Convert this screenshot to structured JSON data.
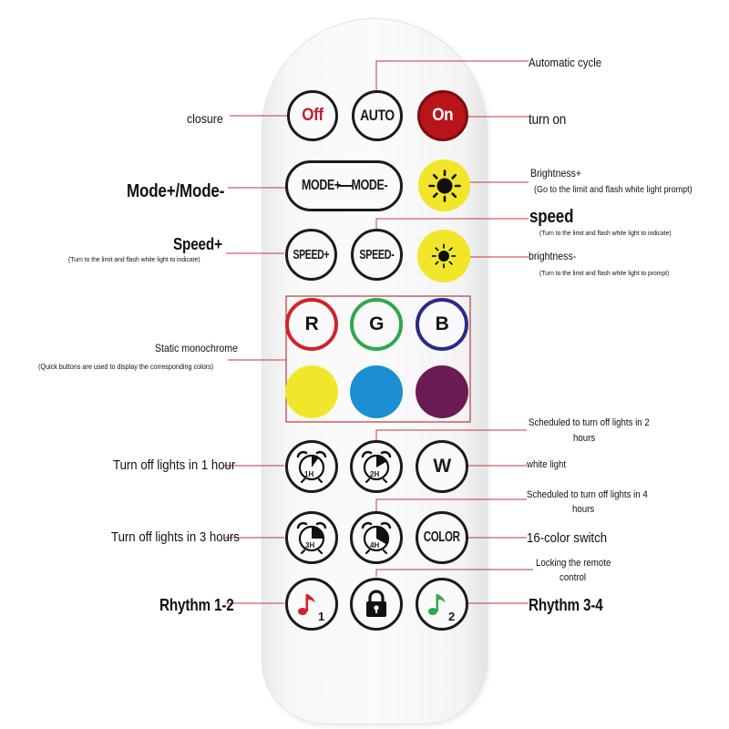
{
  "remote": {
    "buttons": {
      "off": "Off",
      "auto": "AUTO",
      "on": "On",
      "mode_plus": "MODE+",
      "mode_minus": "MODE-",
      "speed_plus": "SPEED+",
      "speed_minus": "SPEED-",
      "r": "R",
      "g": "G",
      "b": "B",
      "timer_1h": "1H",
      "timer_2h": "2H",
      "timer_3h": "3H",
      "timer_4h": "4H",
      "w": "W",
      "color": "COLOR",
      "rhythm_1_sub": "1",
      "rhythm_2_sub": "2"
    },
    "colors": {
      "on_red": "#b8141a",
      "yellow": "#f1e62a",
      "blue": "#1b8fd2",
      "purple": "#6a1c52",
      "frame": "#b83a3a",
      "red": "#d1232a",
      "green": "#2fa84f"
    }
  },
  "labels": {
    "closure": "closure",
    "automatic_cycle": "Automatic cycle",
    "turn_on": "turn on",
    "mode": "Mode+/Mode-",
    "brightness_plus": "Brightness+",
    "brightness_plus_note": "(Go to the limit and flash white light prompt)",
    "speed": "speed",
    "speed_note": "(Turn to the limit and flash white light to indicate)",
    "speed_plus": "Speed+",
    "speed_plus_note": "(Turn to the limit and flash white light to indicate)",
    "brightness_minus": "brightness-",
    "brightness_minus_note": "(Turn to the limit and flash white light to prompt)",
    "static_mono": "Static monochrome",
    "static_mono_note": "(Quick buttons are used to display the corresponding colors)",
    "sched_2h_line1": "Scheduled to turn off lights in 2",
    "sched_2h_line2": "hours",
    "turn_off_1h": "Turn off lights in 1 hour",
    "white_light": "white light",
    "sched_4h_line1": "Scheduled to turn off lights in 4",
    "sched_4h_line2": "hours",
    "turn_off_3h": "Turn off lights in 3 hours",
    "color_switch": "16-color switch",
    "lock_line1": "Locking the remote",
    "lock_line2": "control",
    "rhythm_12": "Rhythm 1-2",
    "rhythm_34": "Rhythm 3-4"
  }
}
